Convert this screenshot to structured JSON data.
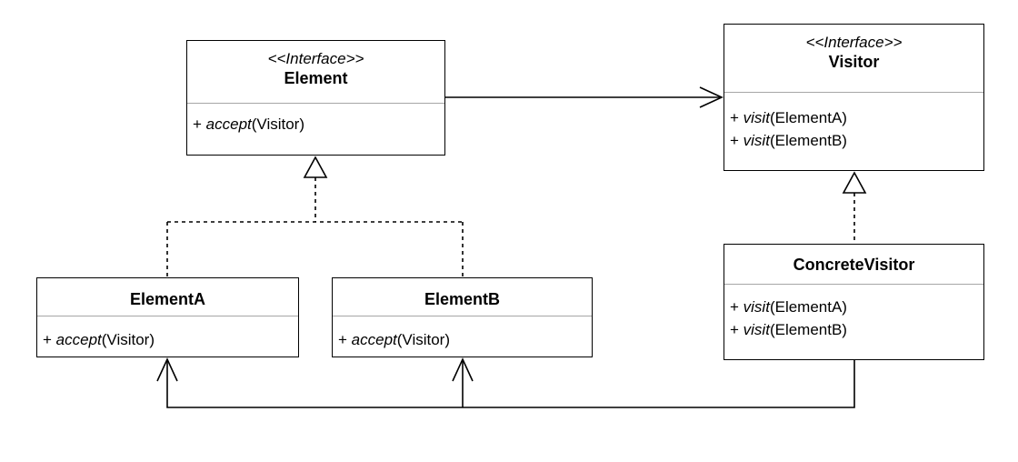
{
  "diagram": {
    "element": {
      "stereotype": "<<Interface>>",
      "name": "Element",
      "operations": [
        {
          "prefix": "+ ",
          "method": "accept",
          "params": "(Visitor)"
        }
      ]
    },
    "visitor": {
      "stereotype": "<<Interface>>",
      "name": "Visitor",
      "operations": [
        {
          "prefix": "+ ",
          "method": "visit",
          "params": "(ElementA)"
        },
        {
          "prefix": "+ ",
          "method": "visit",
          "params": "(ElementB)"
        }
      ]
    },
    "element_a": {
      "name": "ElementA",
      "operations": [
        {
          "prefix": "+ ",
          "method": "accept",
          "params": "(Visitor)"
        }
      ]
    },
    "element_b": {
      "name": "ElementB",
      "operations": [
        {
          "prefix": "+ ",
          "method": "accept",
          "params": "(Visitor)"
        }
      ]
    },
    "concrete_visitor": {
      "name": "ConcreteVisitor",
      "operations": [
        {
          "prefix": "+ ",
          "method": "visit",
          "params": "(ElementA)"
        },
        {
          "prefix": "+ ",
          "method": "visit",
          "params": "(ElementB)"
        }
      ]
    }
  },
  "relations": [
    {
      "type": "association",
      "from": "Element",
      "to": "Visitor"
    },
    {
      "type": "realization",
      "from": "ElementA",
      "to": "Element"
    },
    {
      "type": "realization",
      "from": "ElementB",
      "to": "Element"
    },
    {
      "type": "realization",
      "from": "ConcreteVisitor",
      "to": "Visitor"
    },
    {
      "type": "dependency",
      "from": "ConcreteVisitor",
      "to": "ElementA"
    },
    {
      "type": "dependency",
      "from": "ConcreteVisitor",
      "to": "ElementB"
    }
  ],
  "colors": {
    "line": "#000000",
    "separator": "#a6a6a6",
    "background": "#ffffff"
  }
}
